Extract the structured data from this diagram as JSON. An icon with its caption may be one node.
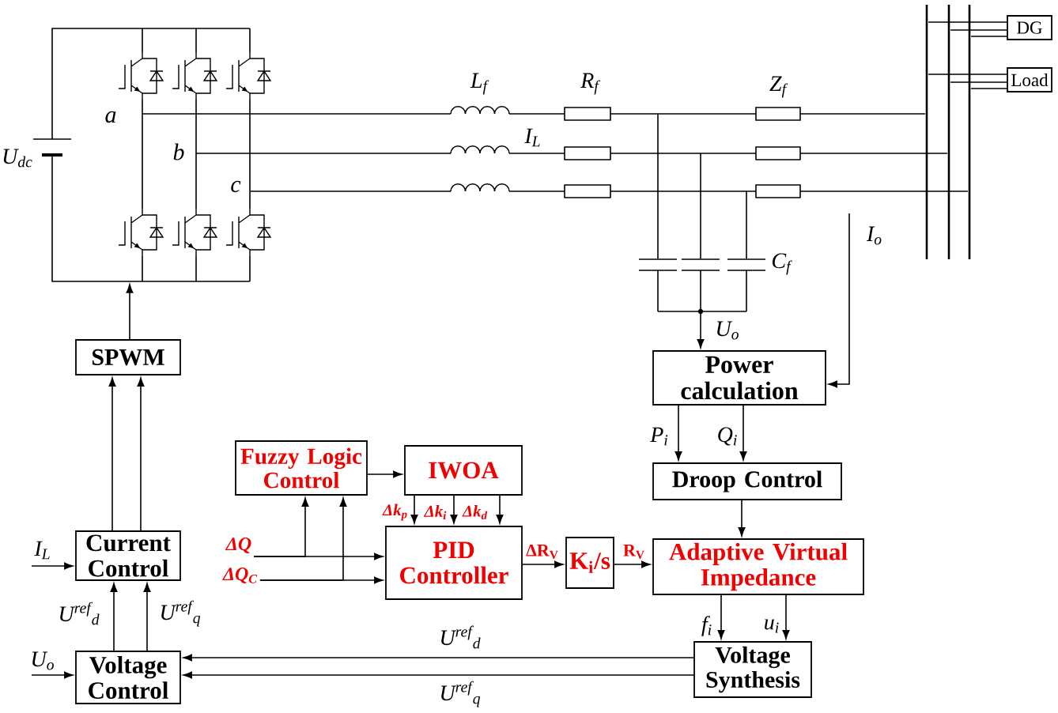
{
  "diagram": {
    "nodes": [
      {
        "text": [],
        "shape": "picture",
        "beside": [
          "U$_{dc}$"
        ]
      },
      {
        "text": [],
        "shape": "bar"
      },
      {
        "text": [],
        "shape": "bar"
      },
      {
        "text": [],
        "shape": "bar"
      },
      {
        "text": [
          "DG"
        ]
      },
      {
        "text": [
          "Load"
        ]
      },
      {
        "text": [
          "SPWM"
        ]
      },
      {
        "text": [
          "Power calculation"
        ]
      },
      {
        "text": [
          "Fuzzy Logic Control"
        ]
      },
      {
        "text": [
          "IWOA"
        ]
      },
      {
        "text": [
          "Droop Control"
        ]
      },
      {
        "text": [
          "Current Control"
        ]
      },
      {
        "text": [
          "PID Controller"
        ]
      },
      {
        "text": [
          "K$_{i}$/s"
        ]
      },
      {
        "text": [
          "Adaptive Virtual Impedance"
        ]
      },
      {
        "text": [
          "ΔQ"
        ]
      },
      {
        "text": [
          "ΔQ$_{C}$"
        ]
      },
      {
        "text": [
          "Voltage Control"
        ]
      },
      {
        "text": [
          "Voltage Synthesis"
        ]
      },
      {
        "text": [],
        "shape": "picture",
        "beside": [
          "C$_{f}$"
        ]
      }
    ],
    "edges": [
      {
        "from": 6,
        "to": 0,
        "arrow": "to"
      },
      {
        "from": 0,
        "to": 1,
        "arrow": "none"
      },
      {
        "from": 0,
        "to": 2,
        "arrow": "none"
      },
      {
        "from": 0,
        "to": 3,
        "arrow": "none"
      },
      {
        "from": 1,
        "to": 4,
        "arrow": "none"
      },
      {
        "from": 2,
        "to": 4,
        "arrow": "none"
      },
      {
        "from": 3,
        "to": 4,
        "arrow": "none"
      },
      {
        "from": 1,
        "to": 5,
        "arrow": "none"
      },
      {
        "from": 2,
        "to": 5,
        "arrow": "none"
      },
      {
        "from": 3,
        "to": 5,
        "arrow": "none"
      },
      {
        "from": 19,
        "to": 7,
        "arrow": "to",
        "label": "U$_{o}$"
      },
      {
        "from": null,
        "to": 7,
        "arrow": "to",
        "label": "I$_{o}$"
      },
      {
        "from": 7,
        "to": 10,
        "arrow": "to",
        "label": "P$_{i}$"
      },
      {
        "from": 7,
        "to": 10,
        "arrow": "to",
        "label": "Q$_{i}$"
      },
      {
        "from": 10,
        "to": 14,
        "arrow": "to"
      },
      {
        "from": 8,
        "to": 9,
        "arrow": "to"
      },
      {
        "from": 9,
        "to": 12,
        "arrow": "to",
        "label": "Δk$_{p}$"
      },
      {
        "from": 9,
        "to": 12,
        "arrow": "to",
        "label": "Δk$_{i}$"
      },
      {
        "from": 9,
        "to": 12,
        "arrow": "to",
        "label": "Δk$_{d}$"
      },
      {
        "from": 15,
        "to": 12,
        "arrow": "to"
      },
      {
        "from": 15,
        "to": 8,
        "arrow": "to"
      },
      {
        "from": 16,
        "to": 12,
        "arrow": "to"
      },
      {
        "from": 16,
        "to": 8,
        "arrow": "to"
      },
      {
        "from": 12,
        "to": 13,
        "arrow": "to",
        "label": "ΔR$_{V}$"
      },
      {
        "from": 13,
        "to": 14,
        "arrow": "to",
        "label": "R$_{V}$"
      },
      {
        "from": 14,
        "to": 18,
        "arrow": "to",
        "label": "f$_{i}$"
      },
      {
        "from": 14,
        "to": 18,
        "arrow": "to",
        "label": "u$_{i}$"
      },
      {
        "from": 18,
        "to": 17,
        "arrow": "to",
        "label": "U$^{ref}$$_{d}$"
      },
      {
        "from": 18,
        "to": 17,
        "arrow": "to",
        "label": "U$^{ref}$$_{q}$"
      },
      {
        "from": 17,
        "to": 11,
        "arrow": "to",
        "label": "U$^{ref}$$_{d}$"
      },
      {
        "from": 17,
        "to": 11,
        "arrow": "to",
        "label": "U$^{ref}$$_{q}$"
      },
      {
        "from": null,
        "to": 11,
        "arrow": "to",
        "label": "I$_{L}$"
      },
      {
        "from": null,
        "to": 17,
        "arrow": "to",
        "label": "U$_{o}$"
      },
      {
        "from": 11,
        "to": 6,
        "arrow": "to"
      },
      {
        "from": 11,
        "to": 6,
        "arrow": "to"
      },
      {
        "from": 19,
        "to": null,
        "arrow": "none"
      },
      {
        "from": 19,
        "to": null,
        "arrow": "none"
      },
      {
        "from": 19,
        "to": null,
        "arrow": "none"
      }
    ],
    "labels": [
      "L$_{f}$",
      "R$_{f}$",
      "Z$_{f}$",
      "a",
      "I$_{L}$",
      "b",
      "c"
    ]
  }
}
